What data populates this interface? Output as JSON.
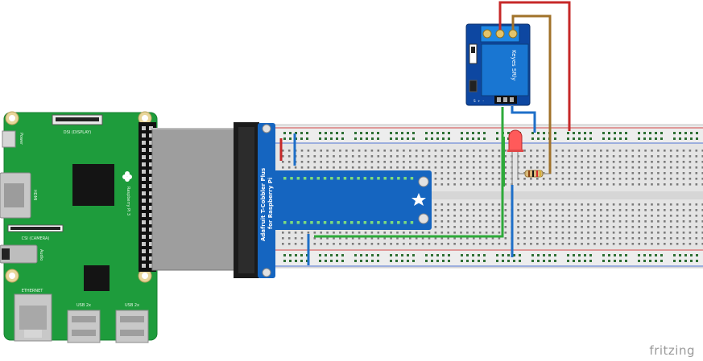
{
  "pi": {
    "board_label": "Raspberry Pi 3",
    "dsi_label": "DSI (DISPLAY)",
    "csi_label": "CSI (CAMERA)",
    "power_label": "Power",
    "hdmi_label": "HDMI",
    "audio_label": "Audio",
    "ethernet_label": "ETHERNET",
    "usb_labels": [
      "USB 2x",
      "USB 2x"
    ],
    "board_color": "#1e9c3c"
  },
  "cobbler": {
    "label_line1": "Adafruit T-Cobbler Plus",
    "label_line2": "for Raspberry Pi",
    "board_color": "#1565c0"
  },
  "relay": {
    "label": "Keyes SRly",
    "pin_labels": "S  +  -",
    "board_color": "#0d47a1"
  },
  "wires": {
    "red": "#c62828",
    "blue": "#1e6fc8",
    "green": "#2eaa3a",
    "brown": "#a0722a"
  },
  "watermark": "fritzing"
}
